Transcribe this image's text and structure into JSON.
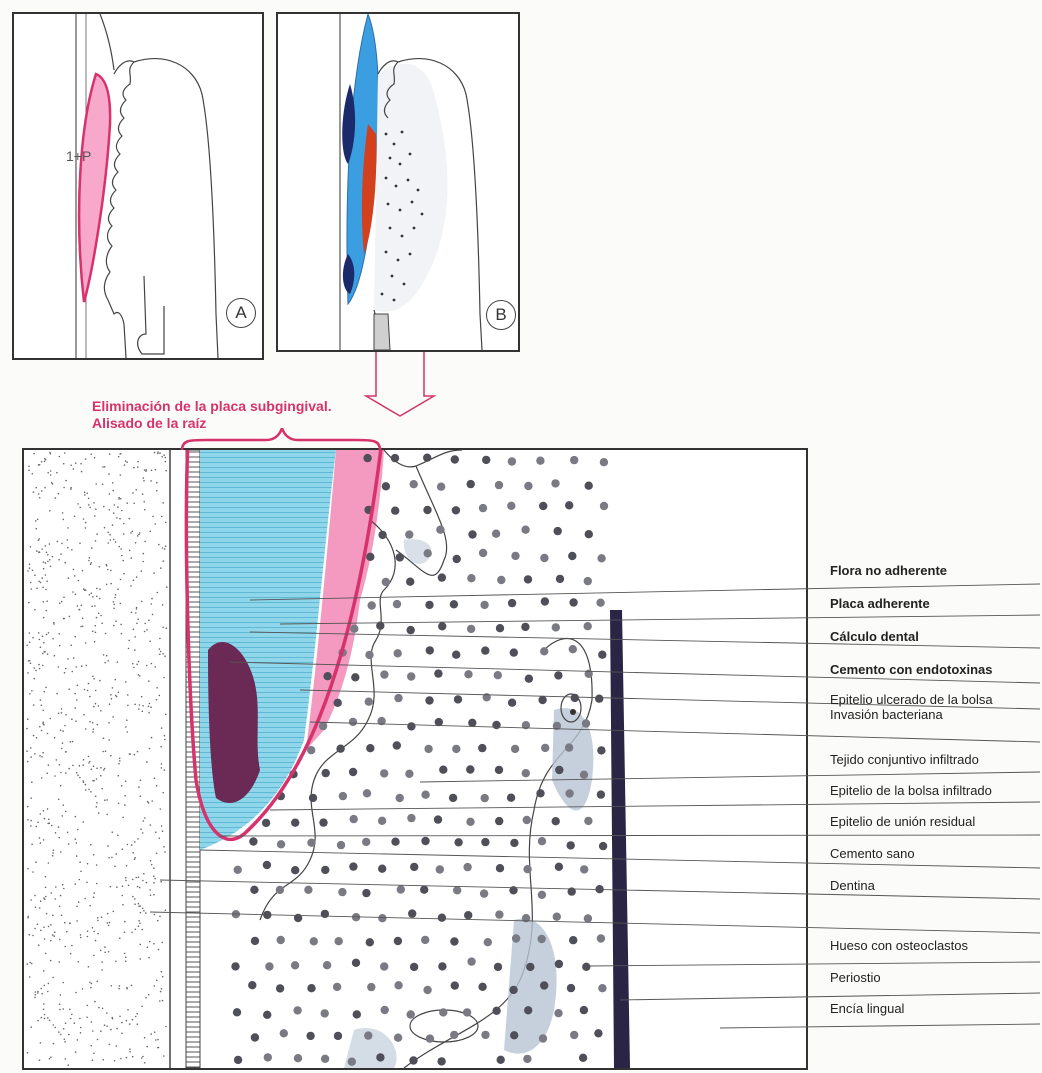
{
  "panels": {
    "a": {
      "letter": "A",
      "label": "1+P"
    },
    "b": {
      "letter": "B"
    }
  },
  "caption": {
    "line1": "Eliminación de la placa subgingival.",
    "line2": "Alisado de la raíz"
  },
  "legend": [
    {
      "label": "Flora no adherente",
      "bold": true
    },
    {
      "label": "Placa adherente",
      "bold": true
    },
    {
      "label": "Cálculo dental",
      "bold": true
    },
    {
      "label": "Cemento con endotoxinas",
      "bold": true
    },
    {
      "label": "Epitelio ulcerado de la bolsa",
      "bold": false
    },
    {
      "label": "Invasión bacteriana",
      "bold": false
    },
    {
      "label": "Tejido conjuntivo infiltrado",
      "bold": false
    },
    {
      "label": "Epitelio de la bolsa infiltrado",
      "bold": false
    },
    {
      "label": "Epitelio de unión residual",
      "bold": false
    },
    {
      "label": "Cemento sano",
      "bold": false
    },
    {
      "label": "Dentina",
      "bold": false
    },
    {
      "label": "Hueso con osteoclastos",
      "bold": false
    },
    {
      "label": "Periostio",
      "bold": false
    },
    {
      "label": "Encía lingual",
      "bold": false
    }
  ],
  "colors": {
    "magenta": "#d6336c",
    "pink": "#f49ac1",
    "light_blue": "#7fd0e6",
    "blue": "#2a8fd0",
    "dark_blue": "#1b2a6b",
    "purple": "#6b2a55",
    "red": "#d2401e",
    "gray_blue": "#b8c4d4",
    "navy": "#2a2545"
  }
}
